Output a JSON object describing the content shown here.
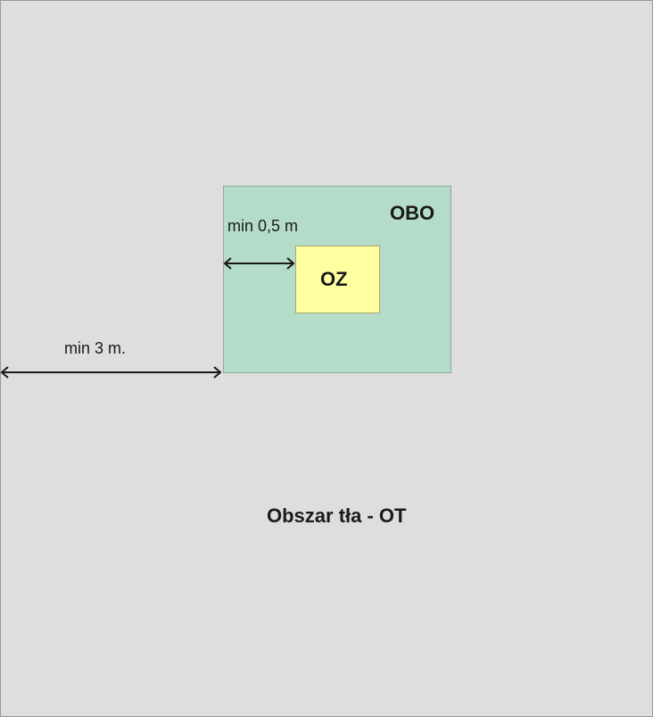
{
  "labels": {
    "obo": "OBO",
    "oz": "OZ",
    "min_05": "min 0,5 m",
    "min_3": "min 3 m.",
    "background": "Obszar tła - OT"
  },
  "colors": {
    "background": "#dedede",
    "obo": "#b5dcc9",
    "oz": "#ffffa0",
    "arrow": "#1a1a1a"
  }
}
